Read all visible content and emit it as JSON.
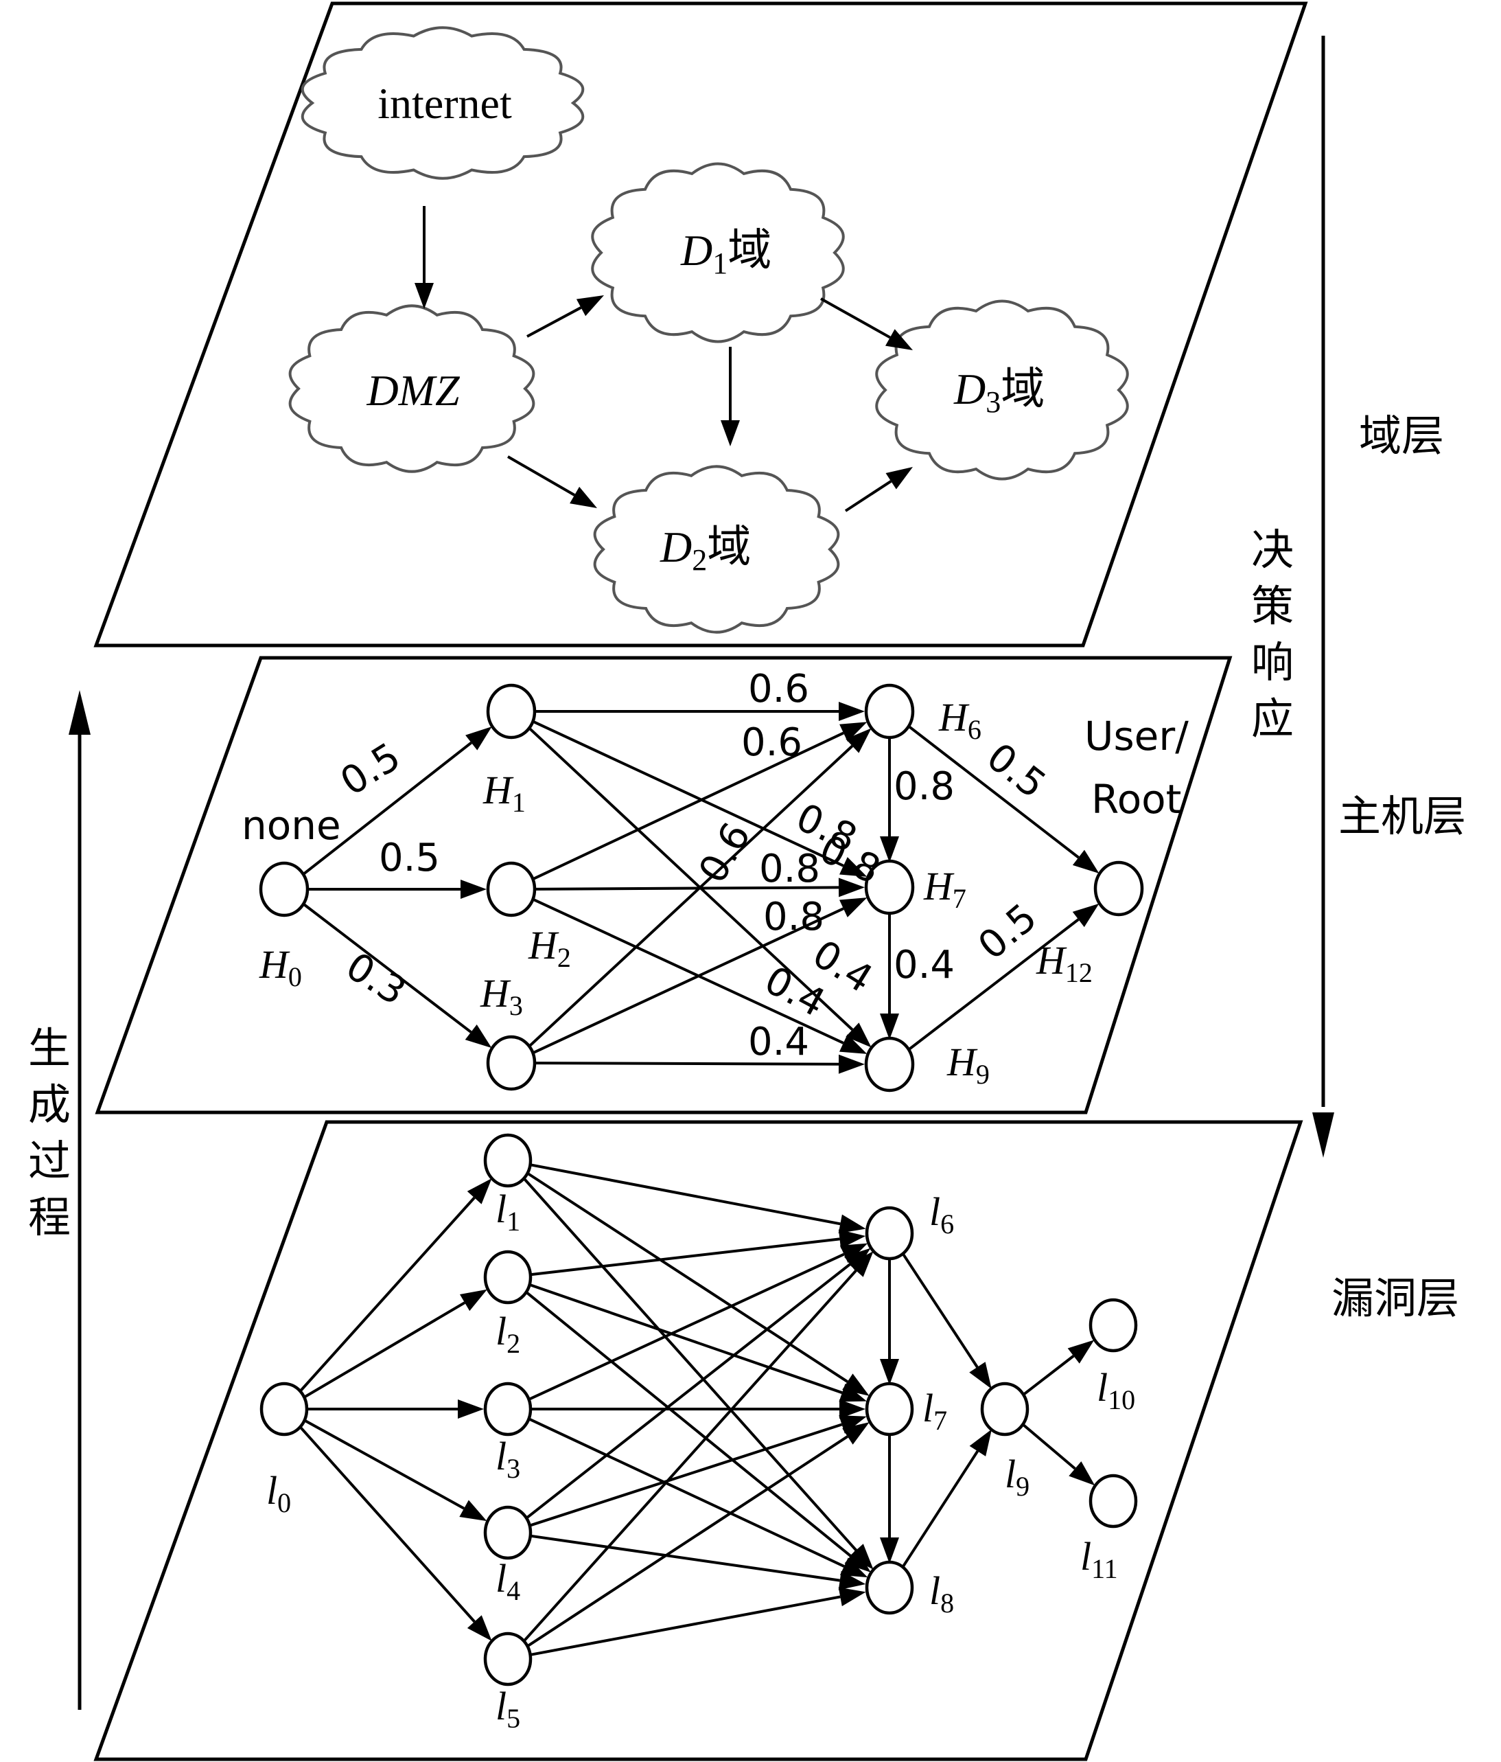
{
  "layers": {
    "domain": {
      "label": "域层"
    },
    "host": {
      "label": "主机层"
    },
    "vuln": {
      "label": "漏洞层"
    }
  },
  "side_labels": {
    "generation": [
      "生",
      "成",
      "过",
      "程"
    ],
    "decision": [
      "决",
      "策",
      "响",
      "应"
    ]
  },
  "domain_layer": {
    "clouds": [
      {
        "id": "internet",
        "text": "internet",
        "sub": ""
      },
      {
        "id": "dmz",
        "text": "DMZ",
        "sub": ""
      },
      {
        "id": "d1",
        "text": "D",
        "sub": "1",
        "suffix": "域"
      },
      {
        "id": "d2",
        "text": "D",
        "sub": "2",
        "suffix": "域"
      },
      {
        "id": "d3",
        "text": "D",
        "sub": "3",
        "suffix": "域"
      }
    ]
  },
  "host_layer": {
    "nodes": [
      {
        "id": "H0",
        "text": "H",
        "sub": "0"
      },
      {
        "id": "H1",
        "text": "H",
        "sub": "1"
      },
      {
        "id": "H2",
        "text": "H",
        "sub": "2"
      },
      {
        "id": "H3",
        "text": "H",
        "sub": "3"
      },
      {
        "id": "H6",
        "text": "H",
        "sub": "6"
      },
      {
        "id": "H7",
        "text": "H",
        "sub": "7"
      },
      {
        "id": "H9",
        "text": "H",
        "sub": "9"
      },
      {
        "id": "H12",
        "text": "H",
        "sub": "12"
      }
    ],
    "node_extra": {
      "none": "none",
      "user": "User/",
      "root": "Root"
    },
    "edge_labels": [
      "0.5",
      "0.5",
      "0.3",
      "0.6",
      "0.6",
      "0.6",
      "0.8",
      "0.8",
      "0.8",
      "0.8",
      "0.4",
      "0.4",
      "0.4",
      "0.8",
      "0.4",
      "0.5",
      "0.5"
    ]
  },
  "vuln_layer": {
    "nodes": [
      {
        "id": "l0",
        "text": "l",
        "sub": "0"
      },
      {
        "id": "l1",
        "text": "l",
        "sub": "1"
      },
      {
        "id": "l2",
        "text": "l",
        "sub": "2"
      },
      {
        "id": "l3",
        "text": "l",
        "sub": "3"
      },
      {
        "id": "l4",
        "text": "l",
        "sub": "4"
      },
      {
        "id": "l5",
        "text": "l",
        "sub": "5"
      },
      {
        "id": "l6",
        "text": "l",
        "sub": "6"
      },
      {
        "id": "l7",
        "text": "l",
        "sub": "7"
      },
      {
        "id": "l8",
        "text": "l",
        "sub": "8"
      },
      {
        "id": "l9",
        "text": "l",
        "sub": "9"
      },
      {
        "id": "l10",
        "text": "l",
        "sub": "10"
      },
      {
        "id": "l11",
        "text": "l",
        "sub": "11"
      }
    ]
  }
}
